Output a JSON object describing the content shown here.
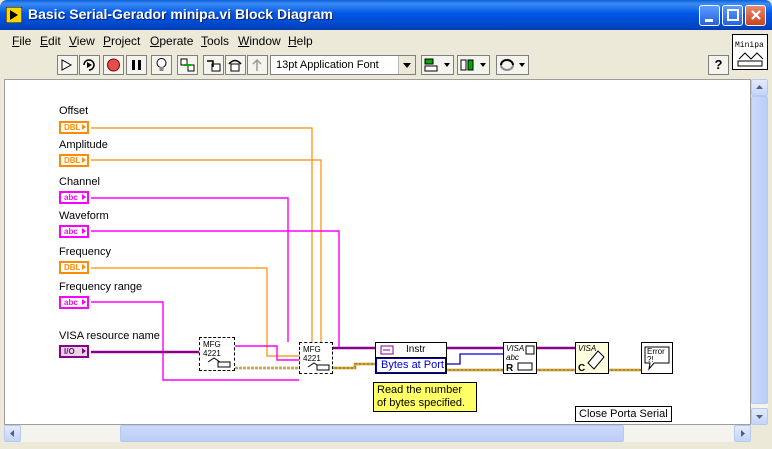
{
  "window": {
    "title": "Basic Serial-Gerador minipa.vi Block Diagram"
  },
  "menu": [
    "File",
    "Edit",
    "View",
    "Project",
    "Operate",
    "Tools",
    "Window",
    "Help"
  ],
  "toolbar": {
    "font_selector": "13pt Application Font",
    "help_label": "?",
    "vi_icon_label": "Minipa"
  },
  "controls": [
    {
      "label": "Offset",
      "type": "DBL"
    },
    {
      "label": "Amplitude",
      "type": "DBL"
    },
    {
      "label": "Channel",
      "type": "abc"
    },
    {
      "label": "Waveform",
      "type": "abc"
    },
    {
      "label": "Frequency",
      "type": "DBL"
    },
    {
      "label": "Frequency range",
      "type": "abc"
    },
    {
      "label": "VISA resource name",
      "type": "I/O"
    }
  ],
  "nodes": {
    "mfg1": "MFG 4221",
    "mfg2": "MFG 4221",
    "property_node_class": "Instr",
    "property_node_prop": "Bytes at Port",
    "visa_read": "VISA abc",
    "visa_read_r": "R",
    "visa_close": "VISA",
    "visa_close_c": "C",
    "error_handler": "Error ?!"
  },
  "annotations": {
    "tooltip": "Read the number of bytes specified.",
    "close_label": "Close Porta Serial"
  },
  "colors": {
    "titlebar": "#0058e6",
    "dbl_wire": "#ff8c00",
    "string_wire": "#ff00ff",
    "refnum_wire": "#8b008b",
    "int_wire": "#0000cd",
    "error_wire": "#b8860b",
    "tooltip_bg": "#ffff66"
  }
}
